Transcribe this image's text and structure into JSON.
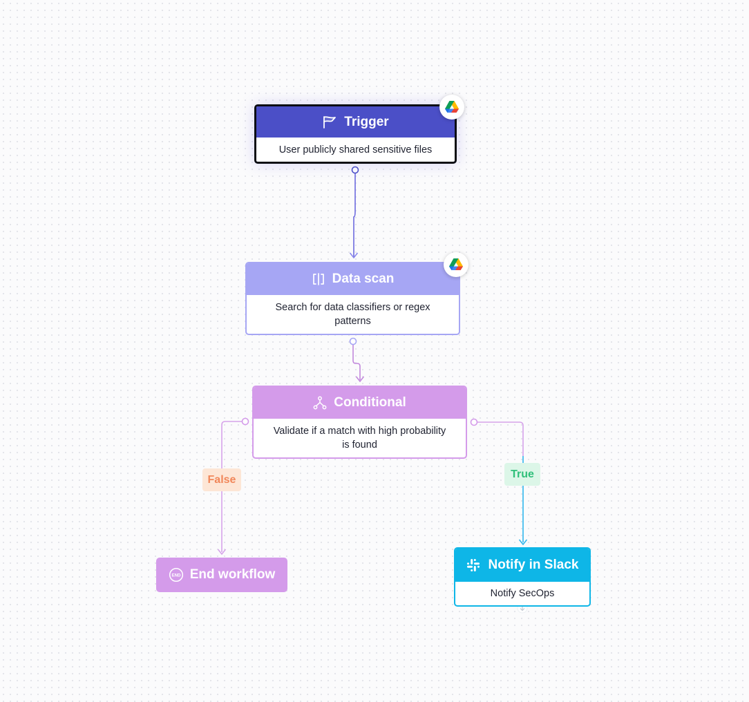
{
  "nodes": {
    "trigger": {
      "title": "Trigger",
      "description": "User publicly shared sensitive files",
      "color": "#4b4fc7",
      "icon": "flag-icon",
      "integration_icon": "google-drive-icon"
    },
    "data_scan": {
      "title": "Data scan",
      "description": "Search for data classifiers or regex patterns",
      "color": "#a6a6f4",
      "icon": "scan-icon",
      "integration_icon": "google-drive-icon"
    },
    "conditional": {
      "title": "Conditional",
      "description": "Validate if a match with high probability is found",
      "color": "#d49bea",
      "icon": "branch-icon"
    },
    "end_workflow": {
      "title": "End workflow",
      "icon_text": "END",
      "color": "#d49bea",
      "icon": "end-icon"
    },
    "notify_slack": {
      "title": "Notify in Slack",
      "description": "Notify SecOps",
      "color": "#0eb6e7",
      "icon": "slack-icon"
    }
  },
  "edges": {
    "false_label": "False",
    "true_label": "True",
    "false_color": "#f1875a",
    "true_color": "#2fbf7a"
  }
}
